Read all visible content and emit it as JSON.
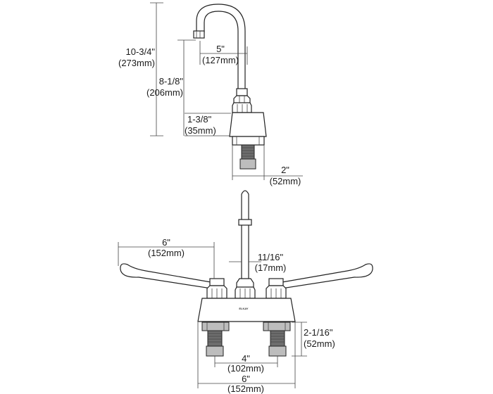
{
  "brand_mark": "ELKAY",
  "side_view": {
    "overall_height": {
      "imperial": "10-3/4\"",
      "metric": "(273mm)"
    },
    "spout_height": {
      "imperial": "8-1/8\"",
      "metric": "(206mm)"
    },
    "base_height": {
      "imperial": "1-3/8\"",
      "metric": "(35mm)"
    },
    "spout_reach": {
      "imperial": "5\"",
      "metric": "(127mm)"
    },
    "shank_length": {
      "imperial": "2\"",
      "metric": "(52mm)"
    }
  },
  "front_view": {
    "handle_length": {
      "imperial": "6\"",
      "metric": "(152mm)"
    },
    "spout_diameter": {
      "imperial": "11/16\"",
      "metric": "(17mm)"
    },
    "shank_length": {
      "imperial": "2-1/16\"",
      "metric": "(52mm)"
    },
    "center_spacing": {
      "imperial": "4\"",
      "metric": "(102mm)"
    },
    "base_width": {
      "imperial": "6\"",
      "metric": "(152mm)"
    }
  },
  "colors": {
    "line": "#222222",
    "shank": "#6d6d6d",
    "fitting": "#bdbdbd"
  }
}
